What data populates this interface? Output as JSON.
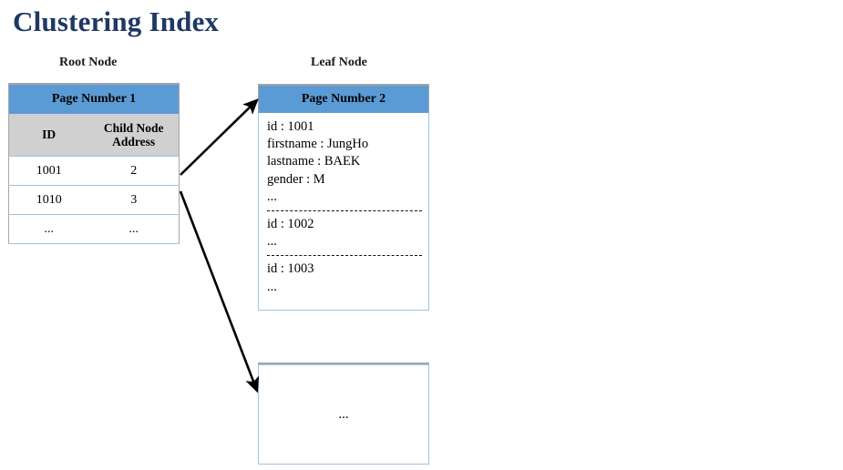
{
  "title": "Clustering Index",
  "captions": {
    "root": "Root Node",
    "leaf": "Leaf Node"
  },
  "colors": {
    "title": "#1F3864",
    "header_blue": "#5B9BD5",
    "column_header_gray": "#D0D0D0",
    "box_border_blue": "#9DC3E6",
    "shadow_gray": "#A6A6A6",
    "arrow_black": "#000000"
  },
  "root_node": {
    "page_header": "Page Number 1",
    "columns": [
      "ID",
      "Child Node Address"
    ],
    "rows": [
      {
        "id": "1001",
        "address": "2"
      },
      {
        "id": "1010",
        "address": "3"
      },
      {
        "id": "...",
        "address": "..."
      }
    ]
  },
  "leaf_node": {
    "page_header": "Page Number 2",
    "records": [
      {
        "lines": [
          "id : 1001",
          "firstname : JungHo",
          "lastname : BAEK",
          "gender : M",
          "..."
        ]
      },
      {
        "lines": [
          "id : 1002",
          "..."
        ]
      },
      {
        "lines": [
          "id : 1003",
          "..."
        ]
      }
    ]
  },
  "ellipsis_node": {
    "text": "..."
  },
  "arrows": [
    {
      "name": "root-row-1001-to-leaf-page-2",
      "from": "root row 1001",
      "to": "Page Number 2"
    },
    {
      "name": "root-row-1010-to-ellipsis-node",
      "from": "root row 1010",
      "to": "ellipsis node"
    }
  ]
}
